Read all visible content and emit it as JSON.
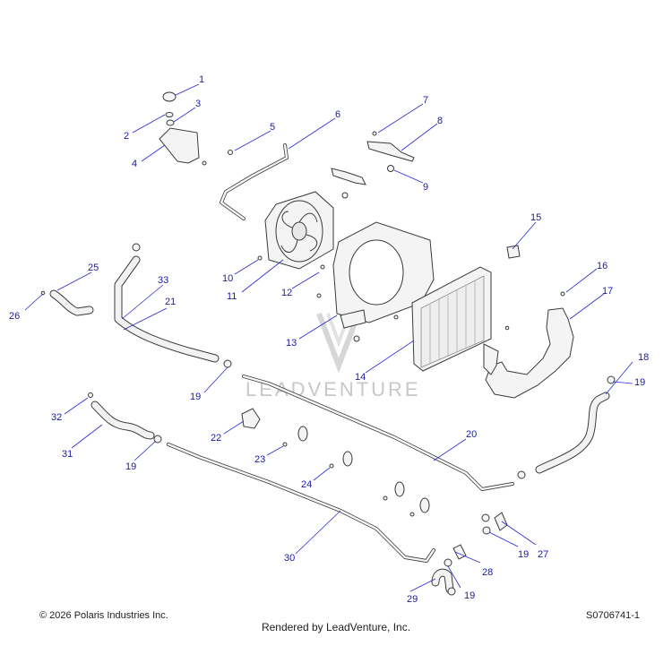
{
  "diagram": {
    "watermark": "LEADVENTURE",
    "callouts": [
      "1",
      "2",
      "3",
      "4",
      "5",
      "6",
      "7",
      "8",
      "9",
      "10",
      "11",
      "12",
      "13",
      "14",
      "15",
      "16",
      "17",
      "18",
      "19",
      "19",
      "19",
      "19",
      "19",
      "20",
      "21",
      "22",
      "23",
      "24",
      "25",
      "26",
      "27",
      "28",
      "29",
      "30",
      "31",
      "32",
      "33"
    ]
  },
  "footer": {
    "copyright": "© 2026 Polaris Industries Inc.",
    "rendered_by": "Rendered by LeadVenture, Inc.",
    "diagram_code": "S0706741-1"
  }
}
